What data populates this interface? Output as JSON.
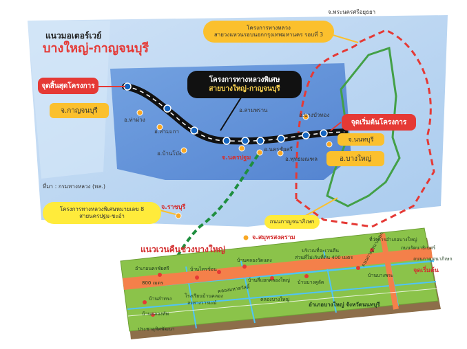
{
  "title": {
    "line1": "แนวมอเตอร์เวย์",
    "line2": "บางใหญ่-กาญจนบุรี"
  },
  "callouts": {
    "project_end": "จุดสิ้นสุดโครงการ",
    "project_start": "จุดเริ่มต้นโครงการ",
    "special_hwy_line1": "โครงการทางหลวงพิเศษ",
    "special_hwy_line2": "สายบางใหญ่-กาญจนบุรี",
    "ring3_line1": "โครงการทางหลวง",
    "ring3_line2": "สายวงแหวนรอบนอกกรุงเทพมหานคร รอบที่ 3",
    "hwy8_line1": "โครงการทางหลวงพิเศษหมายเลข 8",
    "hwy8_line2": "สายนครปฐม-ชะอำ",
    "kanchanaphisek": "ถนนกาญจนาภิเษก",
    "source": "ที่มา : กรมทางหลวง (ทล.)"
  },
  "places": {
    "kanchanaburi": "จ.กาญจนบุรี",
    "tha_muang": "อ.ท่าม่วง",
    "tha_maka": "อ.ท่ามะกา",
    "ban_pong": "อ.บ้านโป่ง",
    "sam_phran": "อ.สามพราน",
    "nakhon_pathom": "จ.นครปฐม",
    "nakhon_chai_si": "อ.นครชัยศรี",
    "phutthamonthon": "อ.พุทธมณฑล",
    "bang_bua_thong": "อ.บางบัวทอง",
    "nonthaburi": "จ.นนทบุรี",
    "bang_yai": "อ.บางใหญ่",
    "ratchaburi": "จ.ราชบุรี",
    "samut_songkhram": "จ.สมุทรสงคราม",
    "pathum_thani": "จ.พระนครศรีอยุธยา"
  },
  "inset": {
    "title": "แนวเวนคืนช่วงบางใหญ่",
    "labels": {
      "amphoe_nakhon_chai_si": "อำเภอนครชัยศรี",
      "m800": "800 เมตร",
      "ban_lam_thong": "บ้านลำทรง",
      "ban_khlong_thap": "บ้านคลองทัพ",
      "ban_nong_phai": "บ้านไทรช้อน",
      "ban_khlong_wat": "บ้านคลองวัดแดง",
      "school_line1": "โรงเรียนบ้านคลอง",
      "school_line2": "ลงทางวารมณ์",
      "khlong_mahasawat": "คลองมหาสวัสดิ์",
      "ban_ngiew": "บ้านสี่แยกคลองใหญ่",
      "khlong_bang_yai": "คลองบางใหญ่",
      "ban_bang_phlu": "บ้านบางคูลัด",
      "interchange_line1": "บริเวณที่จะเวนคืน",
      "interchange_line2": "ส่วนที่ไม่เกินที่ดิน 400 เมตร",
      "dist_bang_yai_office": "ที่ว่าการอำเภอบางใหญ่",
      "kanchanaphisek_rd": "ถนนกาญจนาภิเษก",
      "ratchaphruek": "ถนนรัตนาธิเบศร์",
      "ban_klang": "บ้านบางพระ",
      "amphoe_bang_yai": "อำเภอบางใหญ่ จังหวัดนนทบุรี",
      "start_point": "จุดเริ่มต้น",
      "pracha_uthit": "ประชาอุทิศพัฒนา",
      "kanchana_rd": "ถนนกาญจนาภิเษก"
    }
  },
  "colors": {
    "map_blue": "#5d8ed8",
    "panel_blue": "#9fc3ee",
    "road_black": "#111111",
    "ring3_red": "#e53935",
    "hwy8_green": "#1e8e3e",
    "nonthaburi_green": "#43a047",
    "callout_yellow": "#fbc02d",
    "pill_yellow": "#ffeb3b",
    "inset_green": "#8bc34a",
    "inset_road": "#f4804a",
    "accent_yellow_text": "#ffd54f"
  }
}
